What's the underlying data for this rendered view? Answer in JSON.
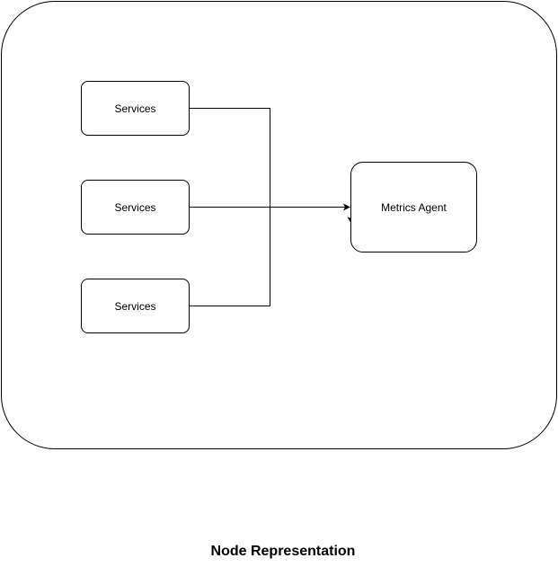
{
  "diagram": {
    "services": [
      {
        "label": "Services"
      },
      {
        "label": "Services"
      },
      {
        "label": "Services"
      }
    ],
    "agent": {
      "label": "Metrics Agent"
    },
    "caption": "Node Representation",
    "colors": {
      "stroke": "#000000",
      "background": "#ffffff",
      "text": "#000000"
    }
  }
}
